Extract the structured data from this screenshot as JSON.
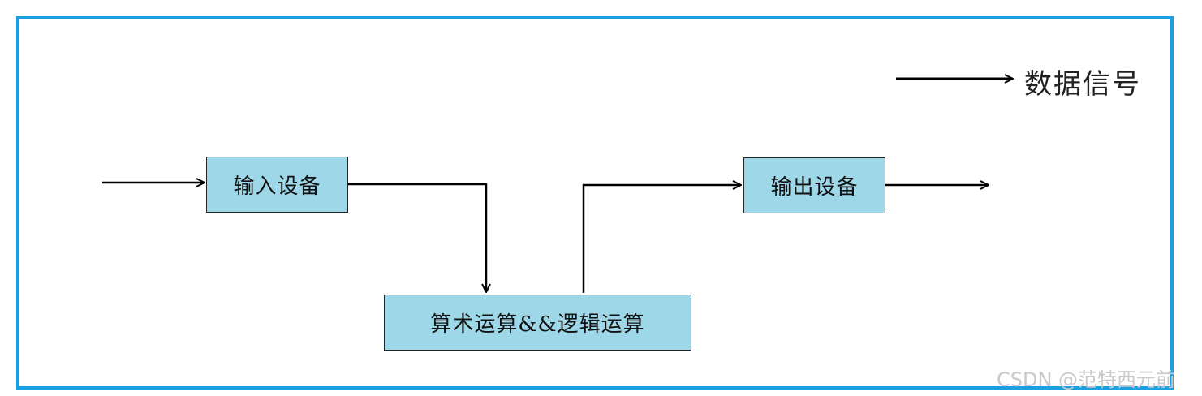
{
  "legend": {
    "label": "数据信号"
  },
  "nodes": {
    "input": "输入设备",
    "output": "输出设备",
    "alu": "算术运算&&逻辑运算"
  },
  "watermark": "CSDN @范特西元前",
  "colors": {
    "frame": "#1aa0e0",
    "node_fill": "#9ed7e8",
    "line": "#000000"
  }
}
